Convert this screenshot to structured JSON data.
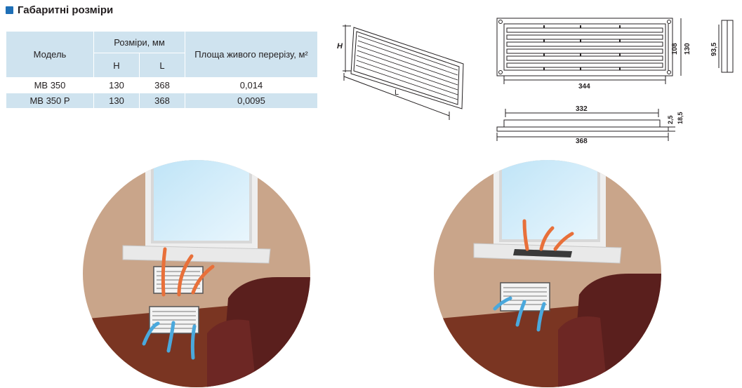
{
  "section": {
    "title": "Габаритні розміри"
  },
  "table": {
    "col_model": "Модель",
    "col_dims": "Розміри, мм",
    "col_area": "Площа живого перерізу, м²",
    "sub_h": "H",
    "sub_l": "L",
    "rows": [
      {
        "model": "MB 350",
        "h": "130",
        "l": "368",
        "area": "0,014"
      },
      {
        "model": "MB 350 P",
        "h": "130",
        "l": "368",
        "area": "0,0095"
      }
    ]
  },
  "drawing": {
    "iso_h": "H",
    "iso_l": "L",
    "front_width": "344",
    "front_inner_height": "108",
    "front_outer_height": "130",
    "side_depth": "93,5",
    "bottom_inner": "332",
    "bottom_outer": "368",
    "bottom_thickness_a": "2,5",
    "bottom_thickness_b": "18,5"
  },
  "colors": {
    "accent": "#1e6fb6",
    "table_header": "#cfe3ef",
    "wall": "#c9a58a",
    "floor": "#6b2f1e",
    "sofa": "#5a1f1d",
    "warm_arrow": "#e8703a",
    "cool_arrow": "#4aa8dc"
  }
}
